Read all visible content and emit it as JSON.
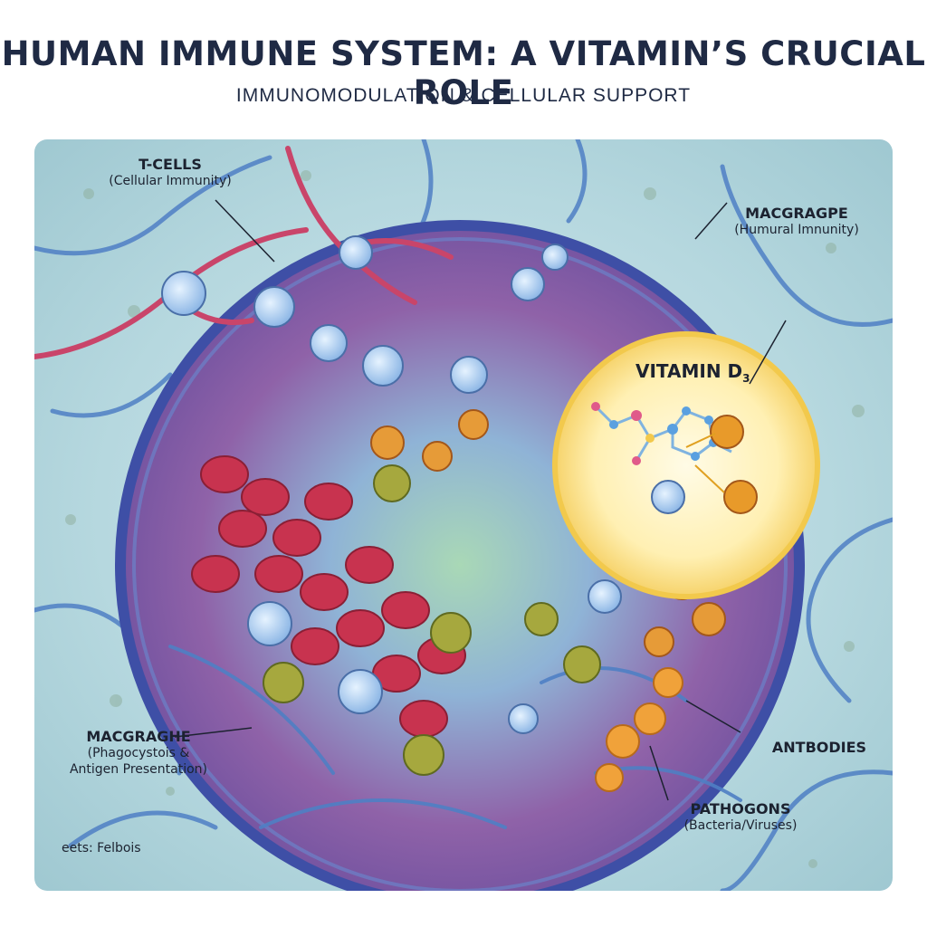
{
  "header": {
    "title": "HUMAN IMMUNE SYSTEM: A VITAMIN’S CRUCIAL ROLE",
    "subtitle": "IMMUNOMODULATION & CELLULAR SUPPORT"
  },
  "labels": {
    "tcells": {
      "main": "T-CELLS",
      "sub": "(Cellular Immunity)"
    },
    "macrograpge": {
      "main": "MACGRAGPE",
      "sub": "(Humural Imnunity)"
    },
    "macrographe": {
      "main": "MACGRAGHE",
      "sub1": "(Phagocystois &",
      "sub2": "Antigen Presentation)"
    },
    "antibodies": {
      "main": "ANTBODIES"
    },
    "pathogens": {
      "main": "PATHOGONS",
      "sub": "(Bacteria/Viruses)"
    },
    "footer_note": "eets: Felbois",
    "vitamin": {
      "name": "VITAMIN D",
      "subscript": "3"
    }
  },
  "colors": {
    "title": "#1f2a44",
    "vessel_blue": "#4f7fc4",
    "vessel_red": "#c9456a",
    "cell_membrane": "#3e4fa6",
    "vitamin_glow": "#fff3b0",
    "vitamin_ring": "#f2c94c"
  }
}
